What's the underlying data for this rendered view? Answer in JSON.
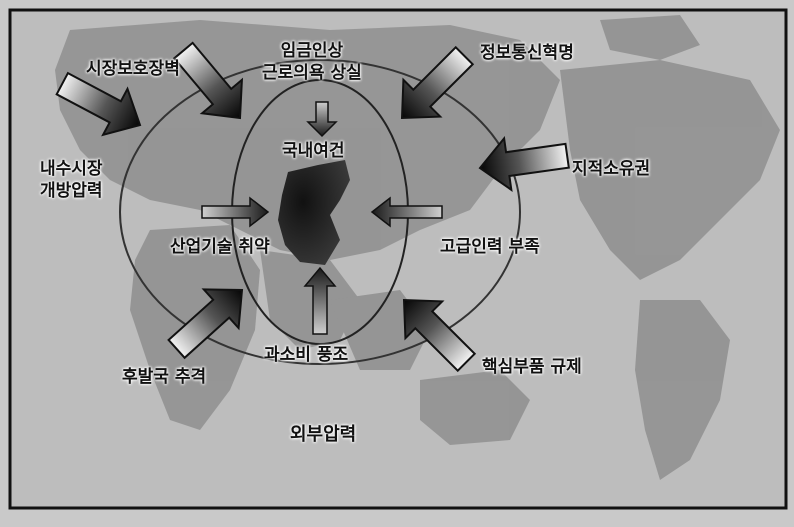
{
  "diagram": {
    "inner_title": "국내여건",
    "outer_title": "외부압력",
    "inner_labels": {
      "top": "임금인상\n근로의욕 상실",
      "left": "산업기술 취약",
      "right": "고급인력 부족",
      "bottom": "과소비 풍조"
    },
    "outer_labels": {
      "top_left": "시장보호장벽",
      "left": "내수시장\n개방압력",
      "top_right": "정보통신혁명",
      "right": "지적소유권",
      "bottom_left": "후발국 추격",
      "bottom_right": "핵심부품 규제"
    }
  },
  "colors": {
    "page": "#c9c9c9",
    "map": "#8f8f8f",
    "frame": "#111111"
  },
  "icons": {
    "arrow": "dark-gradient-arrow-icon"
  }
}
